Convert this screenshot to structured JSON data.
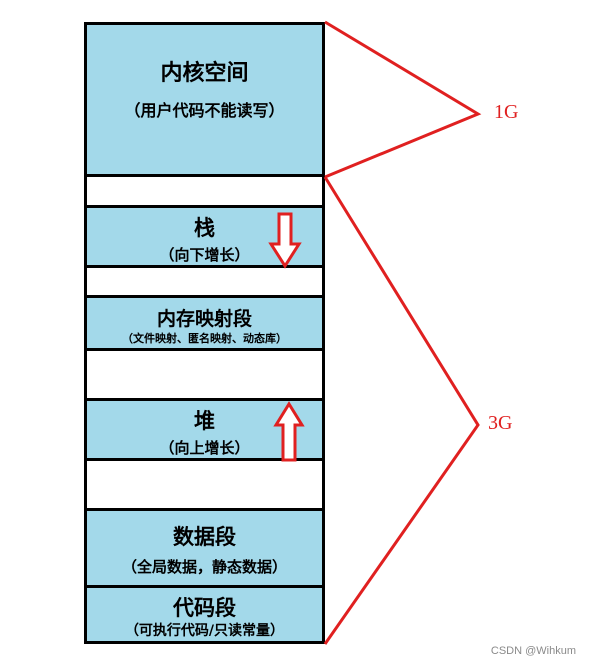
{
  "segments": {
    "kernel": {
      "title": "内核空间",
      "note": "（用户代码不能读写）"
    },
    "stack": {
      "title": "栈",
      "note": "（向下增长）"
    },
    "mmap": {
      "title": "内存映射段",
      "note": "（文件映射、匿名映射、动态库）"
    },
    "heap": {
      "title": "堆",
      "note": "（向上增长）"
    },
    "data": {
      "title": "数据段",
      "note": "（全局数据，静态数据）"
    },
    "code": {
      "title": "代码段",
      "note": "（可执行代码/只读常量）"
    }
  },
  "labels": {
    "kernel_size": "1G",
    "user_size": "3G"
  },
  "colors": {
    "segment_fill": "#a3d9ea",
    "border": "#000000",
    "annotation": "#e02020"
  },
  "arrows": {
    "stack_direction": "down",
    "heap_direction": "up"
  },
  "watermark": "CSDN @Wihkum"
}
